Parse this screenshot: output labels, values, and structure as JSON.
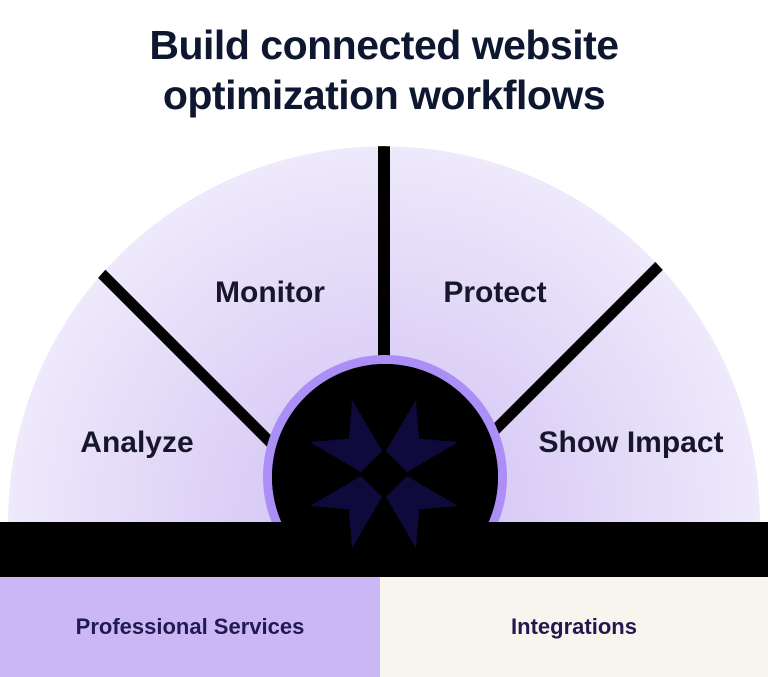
{
  "title": {
    "line1": "Build connected website",
    "line2": "optimization workflows"
  },
  "gauge": {
    "segments": [
      {
        "id": "analyze",
        "label": "Analyze"
      },
      {
        "id": "monitor",
        "label": "Monitor"
      },
      {
        "id": "protect",
        "label": "Protect"
      },
      {
        "id": "show-impact",
        "label": "Show Impact"
      }
    ],
    "logo": "conductor-star-icon"
  },
  "footer": {
    "tabs": [
      {
        "label": "Professional Services"
      },
      {
        "label": "Integrations"
      }
    ]
  },
  "colors": {
    "title_text": "#0e1730",
    "segment_fill_inner": "#c9b5f0",
    "segment_fill_outer": "#eee9fb",
    "segment_label": "#17172c",
    "ring": "#ab8ff6",
    "star": "#0e0a3c",
    "divider": "#000000",
    "band": "#000000",
    "tab_purple_bg": "#cbb6f6",
    "tab_cream_bg": "#f8f4ee",
    "tab_text": "#211a4f"
  }
}
